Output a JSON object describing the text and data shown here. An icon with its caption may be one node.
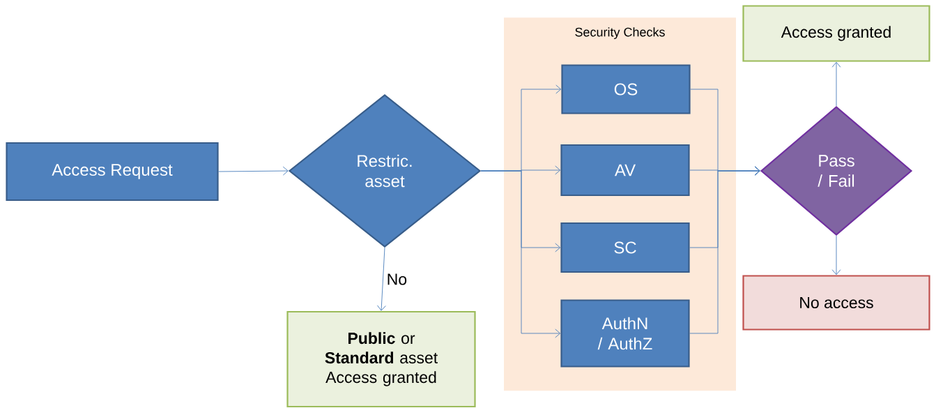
{
  "diagram": {
    "nodes": [
      {
        "text": [
          "Access Request"
        ]
      },
      {
        "text": [
          "Restric. asset"
        ]
      },
      {
        "text": [
          "**Public** or **Standard** asset Access granted"
        ]
      },
      {
        "text": [
          "Security Checks"
        ]
      },
      {
        "text": [
          "OS"
        ],
        "in": 3
      },
      {
        "text": [
          "AV"
        ],
        "in": 3
      },
      {
        "text": [
          "SC"
        ],
        "in": 3
      },
      {
        "text": [
          "AuthN / AuthZ"
        ],
        "in": 3
      },
      {
        "text": [
          "Pass / Fail"
        ]
      },
      {
        "text": [
          "Access granted"
        ]
      },
      {
        "text": [
          "No access"
        ]
      }
    ],
    "edges": [
      {
        "from": 0,
        "to": 1,
        "arrow": "to"
      },
      {
        "from": 1,
        "to": 2,
        "arrow": "to",
        "label": "No"
      },
      {
        "from": 1,
        "to": 4,
        "arrow": "to"
      },
      {
        "from": 1,
        "to": 5,
        "arrow": "to"
      },
      {
        "from": 1,
        "to": 6,
        "arrow": "to"
      },
      {
        "from": 1,
        "to": 7,
        "arrow": "to"
      },
      {
        "from": 4,
        "to": 8,
        "arrow": "to"
      },
      {
        "from": 5,
        "to": 8,
        "arrow": "to"
      },
      {
        "from": 6,
        "to": 8,
        "arrow": "to"
      },
      {
        "from": 7,
        "to": 8,
        "arrow": "to"
      },
      {
        "from": 8,
        "to": 9,
        "arrow": "to"
      },
      {
        "from": 8,
        "to": 10,
        "arrow": "to"
      }
    ]
  }
}
